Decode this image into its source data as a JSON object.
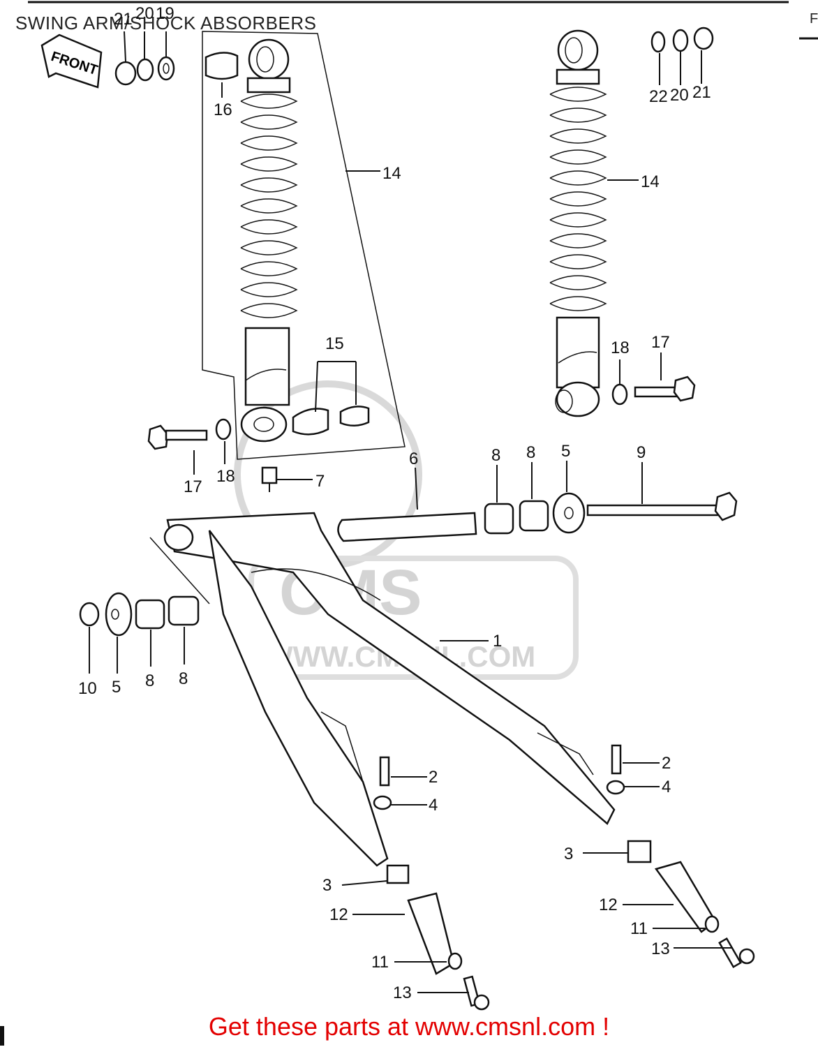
{
  "header": {
    "title": "SWING ARM/SHOCK ABSORBERS",
    "code": "F"
  },
  "direction_tag": "FRONT",
  "watermark": {
    "brand": "CMS",
    "url": "WWW.CMSNL.COM"
  },
  "callouts": {
    "c1": "1",
    "c2a": "2",
    "c2b": "2",
    "c3a": "3",
    "c3b": "3",
    "c4a": "4",
    "c4b": "4",
    "c5a": "5",
    "c5b": "5",
    "c6": "6",
    "c7": "7",
    "c8a": "8",
    "c8b": "8",
    "c8c": "8",
    "c8d": "8",
    "c9": "9",
    "c10": "10",
    "c11a": "11",
    "c11b": "11",
    "c12a": "12",
    "c12b": "12",
    "c13a": "13",
    "c13b": "13",
    "c14a": "14",
    "c14b": "14",
    "c15": "15",
    "c16": "16",
    "c17a": "17",
    "c17b": "17",
    "c18a": "18",
    "c18b": "18",
    "c19": "19",
    "c20a": "20",
    "c20b": "20",
    "c21a": "21",
    "c21b": "21",
    "c22": "22"
  },
  "footer": {
    "text": "Get these parts at www.cmsnl.com !"
  }
}
